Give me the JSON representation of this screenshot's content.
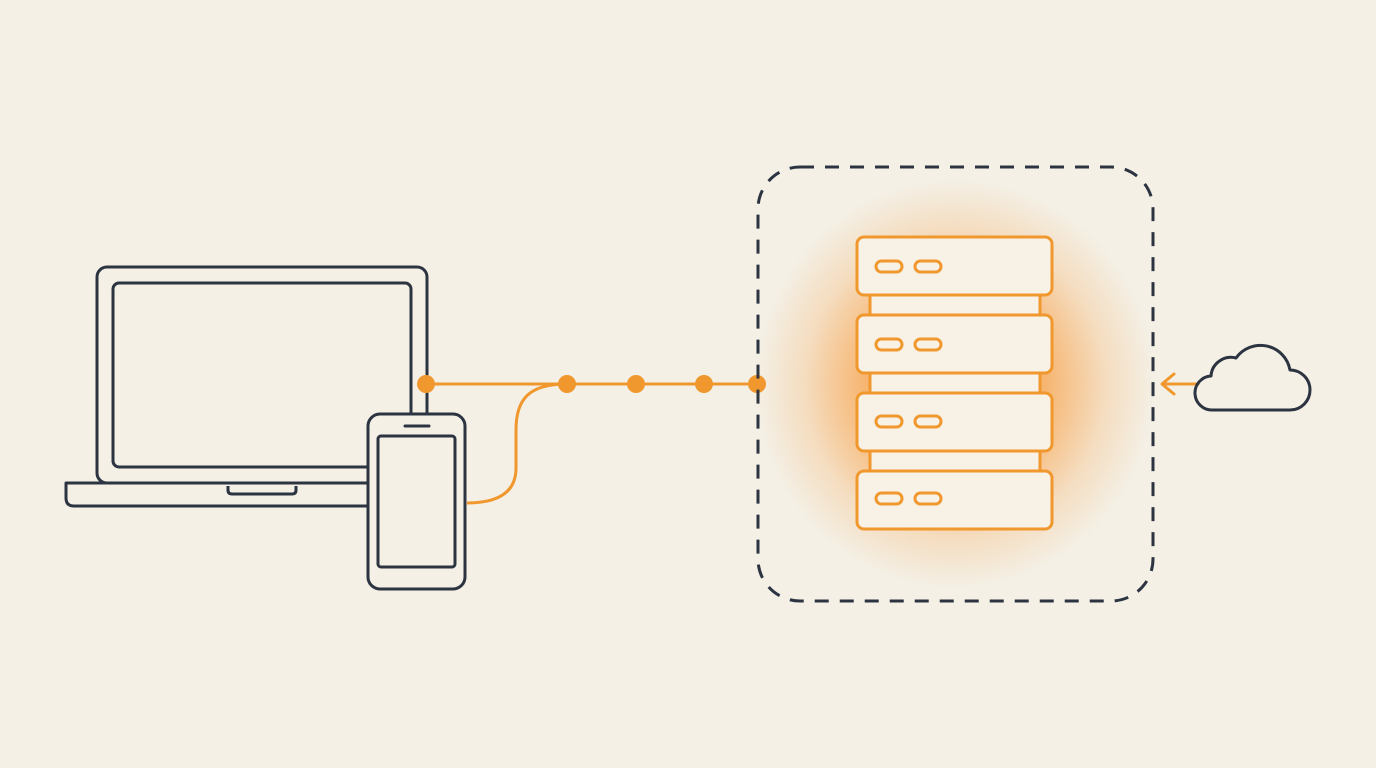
{
  "colors": {
    "background": "#f4f0e6",
    "outline": "#2b3440",
    "accent": "#f0982e",
    "server_fill": "#f8f1e6",
    "glow": "#f7a24a"
  },
  "icons": {
    "laptop": "laptop-icon",
    "phone": "smartphone-icon",
    "server": "server-stack-icon",
    "cloud": "cloud-icon",
    "arrow": "arrow-left-icon"
  },
  "diagram": {
    "devices": [
      "laptop",
      "smartphone"
    ],
    "connection_nodes": 5,
    "server_units": 4,
    "boundary": "dashed",
    "external_source": "cloud"
  }
}
